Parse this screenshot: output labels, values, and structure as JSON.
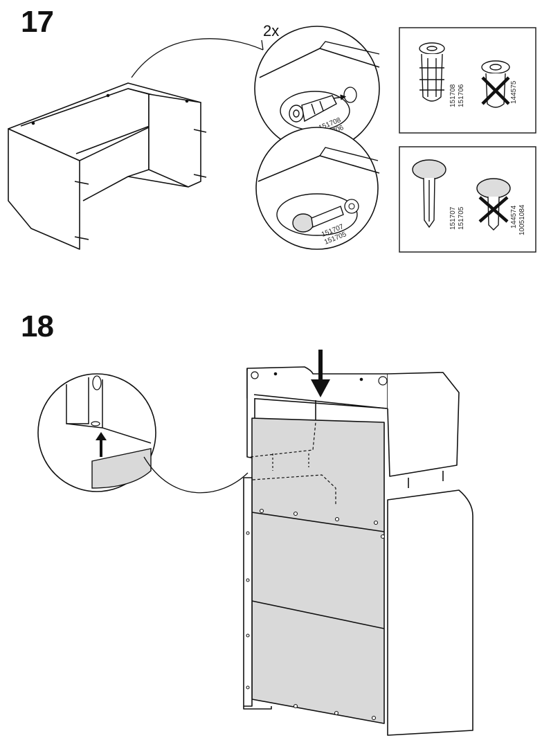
{
  "steps": {
    "step17": {
      "number": "17",
      "quantity": "2x"
    },
    "step18": {
      "number": "18"
    }
  },
  "part_codes": {
    "detail_a": [
      "151708",
      "151706"
    ],
    "detail_b": [
      "151707",
      "151705"
    ],
    "box_a_correct": [
      "151708",
      "151706"
    ],
    "box_a_wrong": [
      "144575"
    ],
    "box_b_correct": [
      "151707",
      "151705"
    ],
    "box_b_wrong": [
      "144574",
      "10051084"
    ]
  },
  "colors": {
    "line": "#111111",
    "panel_fill": "#d9d9d9",
    "background": "#ffffff"
  },
  "icons": [
    "cam-dowel-icon",
    "push-pin-icon",
    "cross-out-icon",
    "down-arrow-icon",
    "up-arrow-icon"
  ]
}
